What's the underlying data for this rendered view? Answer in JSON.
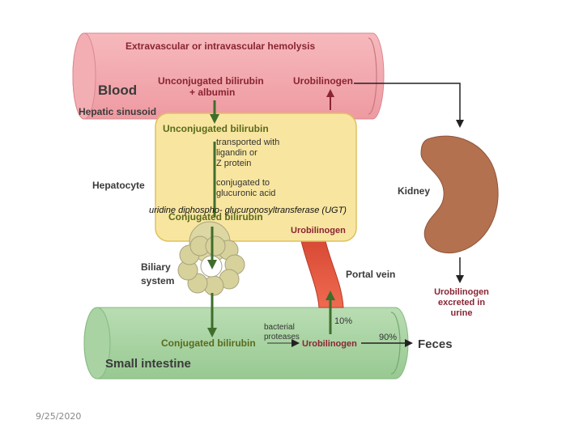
{
  "diagram": {
    "blood": {
      "hemolysis": "Extravascular or intravascular hemolysis",
      "title": "Blood",
      "unconj_line1": "Unconjugated bilirubin",
      "unconj_line2": "+ albumin",
      "urobilinogen": "Urobilinogen"
    },
    "hepatic_sinusoid": "Hepatic sinusoid",
    "hepatocyte": {
      "label": "Hepatocyte",
      "unconjugated": "Unconjugated bilirubin",
      "transport_line1": "transported with",
      "transport_line2": "ligandin or",
      "transport_line3": "Z protein",
      "conj_line1": "conjugated to",
      "conj_line2": "glucuronic acid",
      "enzyme": "uridine diphospho- glucuronosyltransferase  (UGT)",
      "conjugated": "Conjugated bilirubin",
      "urobilinogen": "Urobilinogen"
    },
    "kidney": "Kidney",
    "biliary_line1": "Biliary",
    "biliary_line2": "system",
    "portal_vein": "Portal vein",
    "urine_line1": "Urobilinogen",
    "urine_line2": "excreted in",
    "urine_line3": "urine",
    "intestine": {
      "conjugated": "Conjugated bilirubin",
      "bacterial_line1": "bacterial",
      "bacterial_line2": "proteases",
      "urobilinogen": "Urobilinogen",
      "pct_portal": "10%",
      "pct_feces": "90%",
      "feces": "Feces",
      "title": "Small intestine"
    }
  },
  "footer": {
    "date": "9/25/2020"
  },
  "colors": {
    "blood": "#f4a6ab",
    "hepatocyte": "#f8e6a0",
    "intestine": "#a8d4a2",
    "kidney": "#b4714f",
    "portal": "#e8553f"
  }
}
